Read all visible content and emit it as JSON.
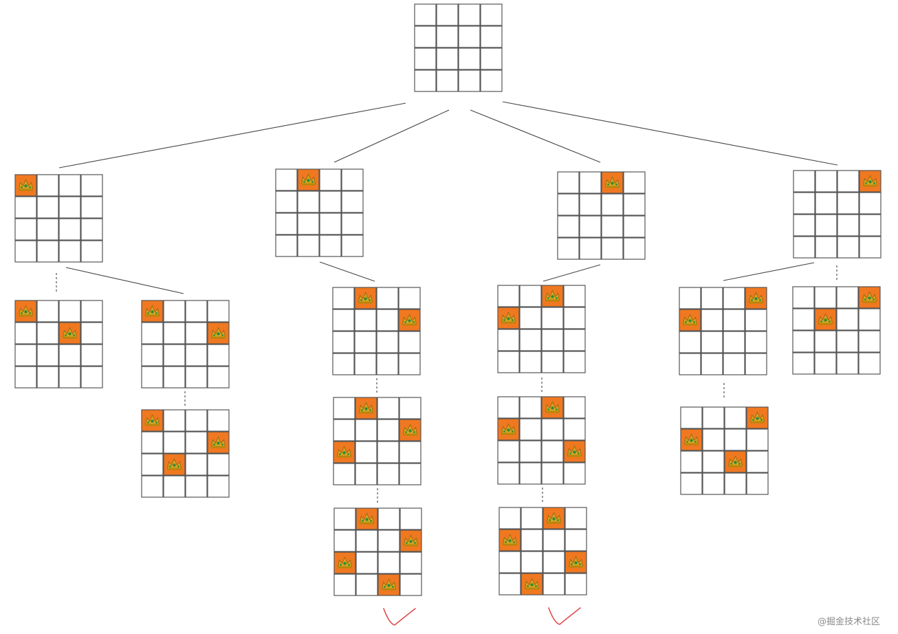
{
  "board_size": 4,
  "colors": {
    "queen_cell": "#f07820",
    "crown": "#d9a520",
    "crown_gem": "#2e8a3a",
    "check_mark": "#e04b4b",
    "line": "#444444"
  },
  "icon": "crown-icon",
  "nodes": [
    {
      "id": "root",
      "queens": []
    },
    {
      "id": "b1",
      "queens": [
        [
          0,
          0
        ]
      ]
    },
    {
      "id": "b2",
      "queens": [
        [
          0,
          1
        ]
      ]
    },
    {
      "id": "b3",
      "queens": [
        [
          0,
          2
        ]
      ]
    },
    {
      "id": "b4",
      "queens": [
        [
          0,
          3
        ]
      ]
    },
    {
      "id": "b1a",
      "queens": [
        [
          0,
          0
        ],
        [
          1,
          2
        ]
      ]
    },
    {
      "id": "b1b",
      "queens": [
        [
          0,
          0
        ],
        [
          1,
          3
        ]
      ]
    },
    {
      "id": "b1b1",
      "queens": [
        [
          0,
          0
        ],
        [
          1,
          3
        ],
        [
          2,
          1
        ]
      ]
    },
    {
      "id": "b2a",
      "queens": [
        [
          0,
          1
        ],
        [
          1,
          3
        ]
      ]
    },
    {
      "id": "b2a1",
      "queens": [
        [
          0,
          1
        ],
        [
          1,
          3
        ],
        [
          2,
          0
        ]
      ]
    },
    {
      "id": "b2a2",
      "queens": [
        [
          0,
          1
        ],
        [
          1,
          3
        ],
        [
          2,
          0
        ],
        [
          3,
          2
        ]
      ],
      "solution": true
    },
    {
      "id": "b3a",
      "queens": [
        [
          0,
          2
        ],
        [
          1,
          0
        ]
      ]
    },
    {
      "id": "b3a1",
      "queens": [
        [
          0,
          2
        ],
        [
          1,
          0
        ],
        [
          2,
          3
        ]
      ]
    },
    {
      "id": "b3a2",
      "queens": [
        [
          0,
          2
        ],
        [
          1,
          0
        ],
        [
          2,
          3
        ],
        [
          3,
          1
        ]
      ],
      "solution": true
    },
    {
      "id": "b4a",
      "queens": [
        [
          0,
          3
        ],
        [
          1,
          0
        ]
      ]
    },
    {
      "id": "b4b",
      "queens": [
        [
          0,
          3
        ],
        [
          1,
          1
        ]
      ]
    },
    {
      "id": "b4a1",
      "queens": [
        [
          0,
          3
        ],
        [
          1,
          0
        ],
        [
          2,
          2
        ]
      ]
    }
  ],
  "edges": [
    [
      "root",
      "b1"
    ],
    [
      "root",
      "b2"
    ],
    [
      "root",
      "b3"
    ],
    [
      "root",
      "b4"
    ],
    [
      "b1",
      "b1a"
    ],
    [
      "b1",
      "b1b"
    ],
    [
      "b1b",
      "b1b1"
    ],
    [
      "b2",
      "b2a"
    ],
    [
      "b2a",
      "b2a1"
    ],
    [
      "b2a1",
      "b2a2"
    ],
    [
      "b3",
      "b3a"
    ],
    [
      "b3a",
      "b3a1"
    ],
    [
      "b3a1",
      "b3a2"
    ],
    [
      "b4",
      "b4a"
    ],
    [
      "b4",
      "b4b"
    ],
    [
      "b4a",
      "b4a1"
    ]
  ],
  "watermark": "@掘金技术社区"
}
